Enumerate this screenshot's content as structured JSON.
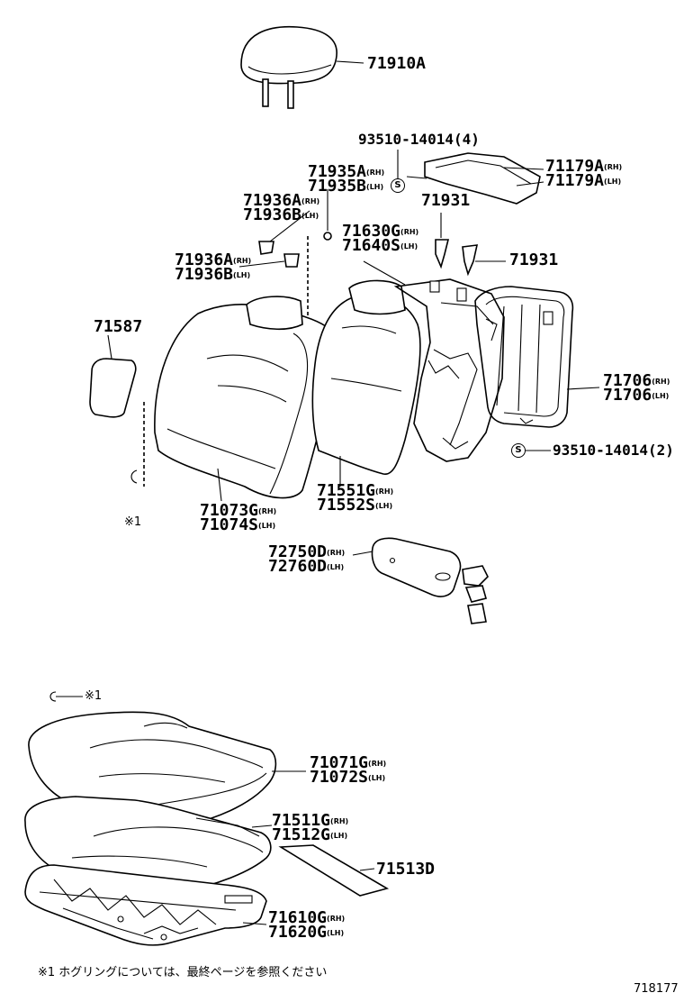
{
  "parts": {
    "headrest": "71910A",
    "bolt_top": "93510-14014(4)",
    "cover_a_1": "71179A",
    "cover_a_1_sfx": "(RH)",
    "cover_a_2": "71179A",
    "cover_a_2_sfx": "(LH)",
    "support_a_1": "71935A",
    "support_a_1_sfx": "(RH)",
    "support_a_2": "71935B",
    "support_a_2_sfx": "(LH)",
    "guide_1931_top": "71931",
    "support_b_1": "71936A",
    "support_b_1_sfx": "(RH)",
    "support_b_2": "71936B",
    "support_b_2_sfx": "(LH)",
    "frame_1": "71630G",
    "frame_1_sfx": "(RH)",
    "frame_2": "71640S",
    "frame_2_sfx": "(LH)",
    "guide_1931_right": "71931",
    "support_c_1": "71936A",
    "support_c_1_sfx": "(RH)",
    "support_c_2": "71936B",
    "support_c_2_sfx": "(LH)",
    "armrest_side": "71587",
    "back_frame_1": "71706",
    "back_frame_1_sfx": "(RH)",
    "back_frame_2": "71706",
    "back_frame_2_sfx": "(LH)",
    "bolt_right": "93510-14014(2)",
    "back_pad_1": "71551G",
    "back_pad_1_sfx": "(RH)",
    "back_pad_2": "71552S",
    "back_pad_2_sfx": "(LH)",
    "back_cover_1": "71073G",
    "back_cover_1_sfx": "(RH)",
    "back_cover_2": "71074S",
    "back_cover_2_sfx": "(LH)",
    "mark_1": "※1",
    "armrest_1": "72750D",
    "armrest_1_sfx": "(RH)",
    "armrest_2": "72760D",
    "armrest_2_sfx": "(LH)",
    "mark_2": "※1",
    "cushion_cover_1": "71071G",
    "cushion_cover_1_sfx": "(RH)",
    "cushion_cover_2": "71072S",
    "cushion_cover_2_sfx": "(LH)",
    "cushion_pad_1": "71511G",
    "cushion_pad_1_sfx": "(RH)",
    "cushion_pad_2": "71512G",
    "cushion_pad_2_sfx": "(LH)",
    "pad_strip": "71513D",
    "cushion_frame_1": "71610G",
    "cushion_frame_1_sfx": "(RH)",
    "cushion_frame_2": "71620G",
    "cushion_frame_2_sfx": "(LH)"
  },
  "bolt_mark": "S",
  "footnote": "※1 ホグリングについては、最終ページを参照ください",
  "diagram_ref": "718177"
}
